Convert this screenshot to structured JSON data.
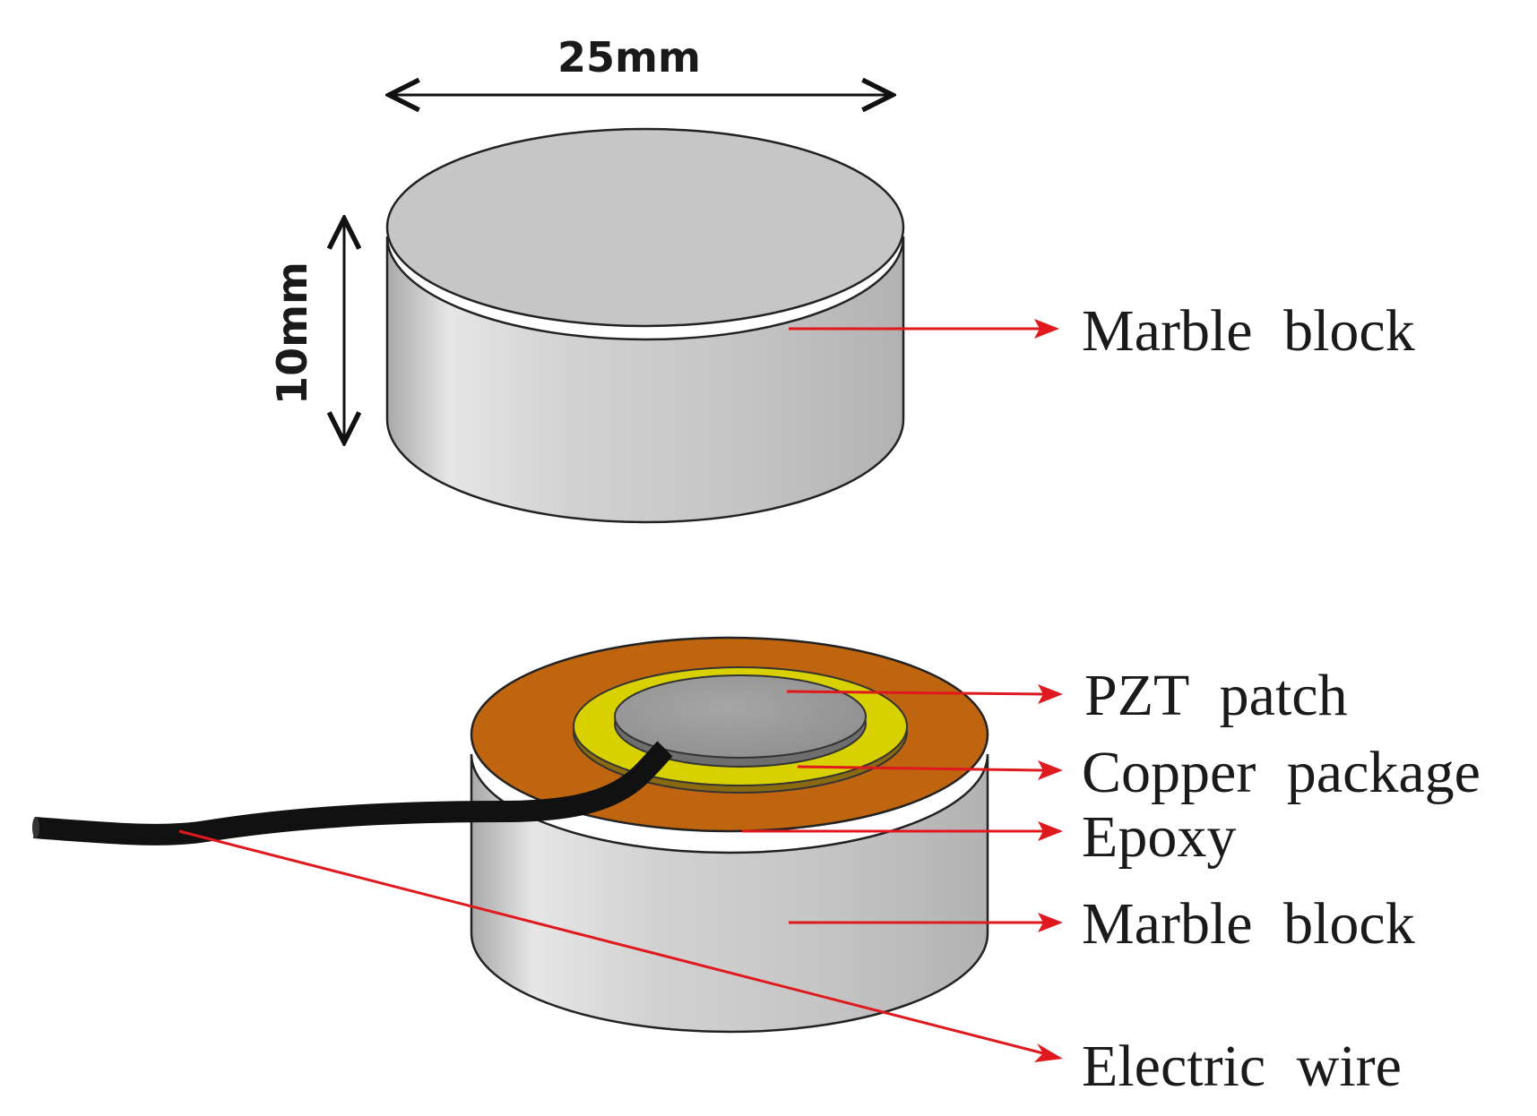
{
  "dimensions": {
    "diameter": "25mm",
    "height": "10mm"
  },
  "labels": {
    "marble_block_top": "Marble block",
    "pzt_patch": "PZT patch",
    "copper_package": "Copper package",
    "epoxy": "Epoxy",
    "marble_block_bottom": "Marble block",
    "electric_wire": "Electric wire"
  },
  "colors": {
    "marble": "#c8c8c8",
    "epoxy": "#c0650f",
    "copper_package": "#d9d000",
    "pzt": "#9a9a9a",
    "wire": "#111111",
    "leader": "#e0191e"
  }
}
